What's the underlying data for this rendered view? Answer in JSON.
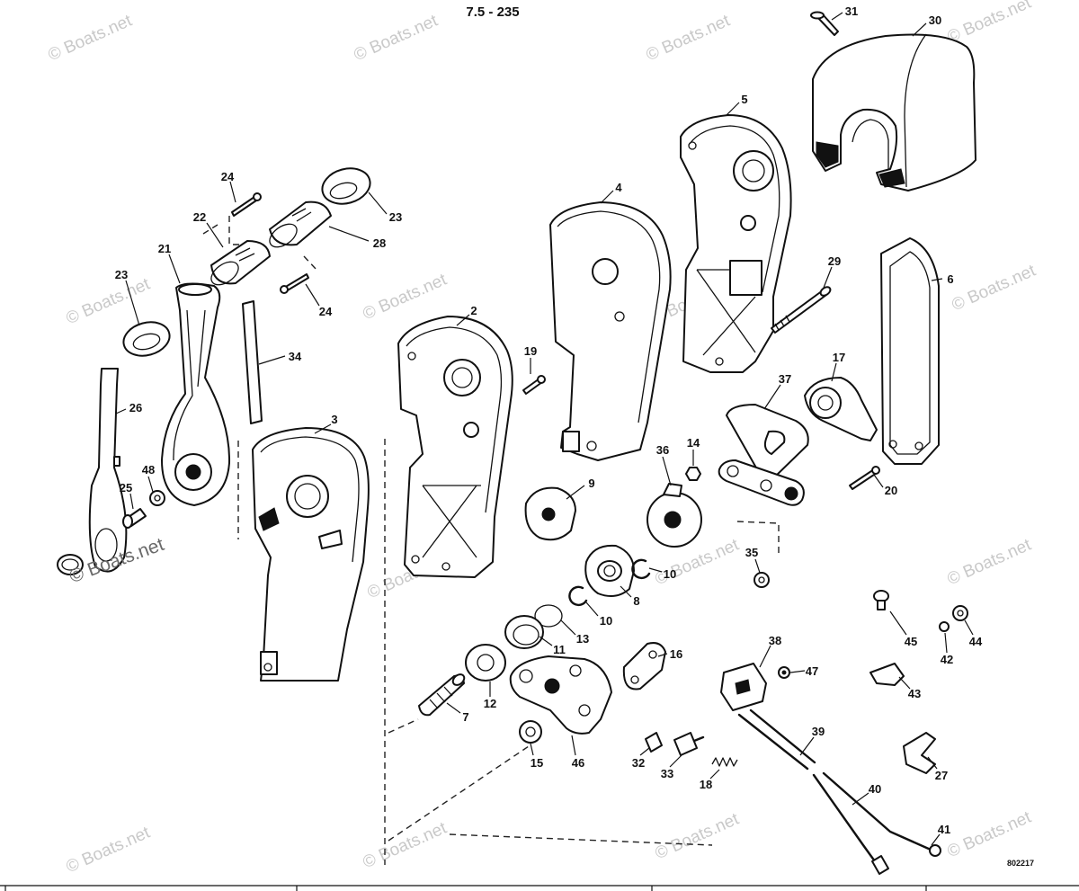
{
  "title": "7.5 - 235",
  "drawing_number": "802217",
  "watermark": "© Boats.net",
  "callouts": [
    "31",
    "30",
    "5",
    "4",
    "24",
    "23",
    "22",
    "28",
    "21",
    "23",
    "24",
    "29",
    "6",
    "2",
    "34",
    "19",
    "17",
    "37",
    "26",
    "3",
    "14",
    "36",
    "9",
    "20",
    "48",
    "25",
    "35",
    "10",
    "8",
    "10",
    "13",
    "11",
    "16",
    "38",
    "45",
    "42",
    "44",
    "47",
    "43",
    "12",
    "7",
    "39",
    "15",
    "46",
    "32",
    "33",
    "18",
    "27",
    "40",
    "41"
  ]
}
